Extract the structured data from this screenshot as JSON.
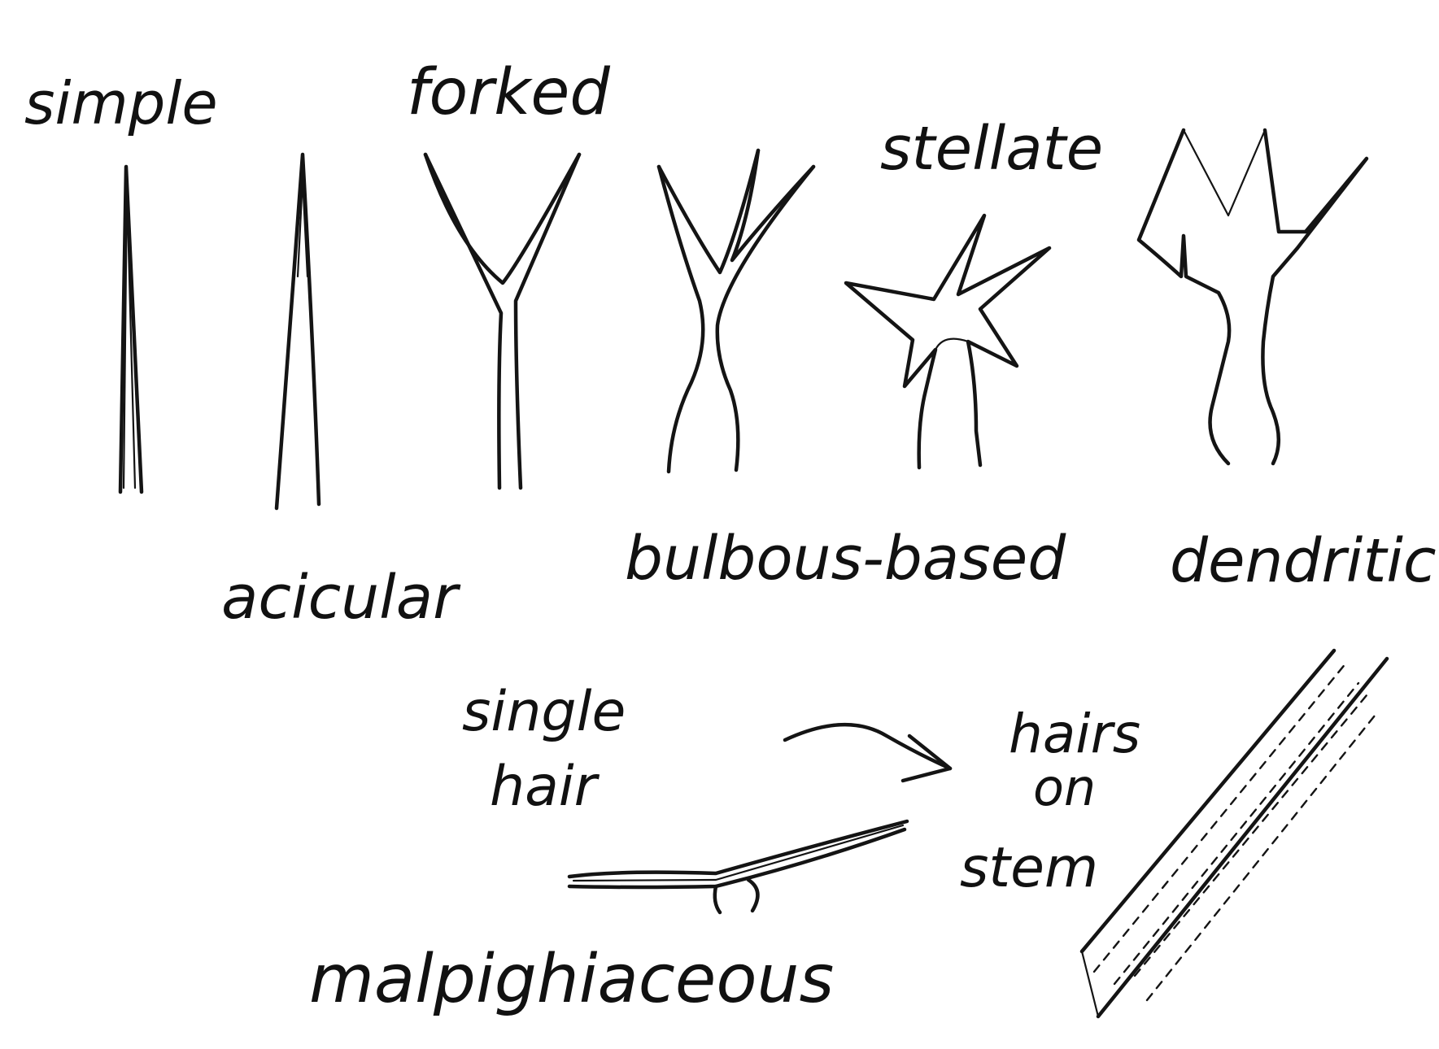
{
  "labels": {
    "simple": "simple",
    "acicular": "acicular",
    "forked": "forked",
    "bulbous_based": "bulbous-based",
    "stellate": "stellate",
    "dendritic": "dendritic",
    "single_hair_line1": "single",
    "single_hair_line2": "hair",
    "hairs_on_stem_line1": "hairs",
    "hairs_on_stem_line2": "on",
    "hairs_on_stem_line3": "stem",
    "malpighiaceous": "malpighiaceous"
  },
  "colors": {
    "ink": "#141414",
    "background": "#ffffff"
  }
}
